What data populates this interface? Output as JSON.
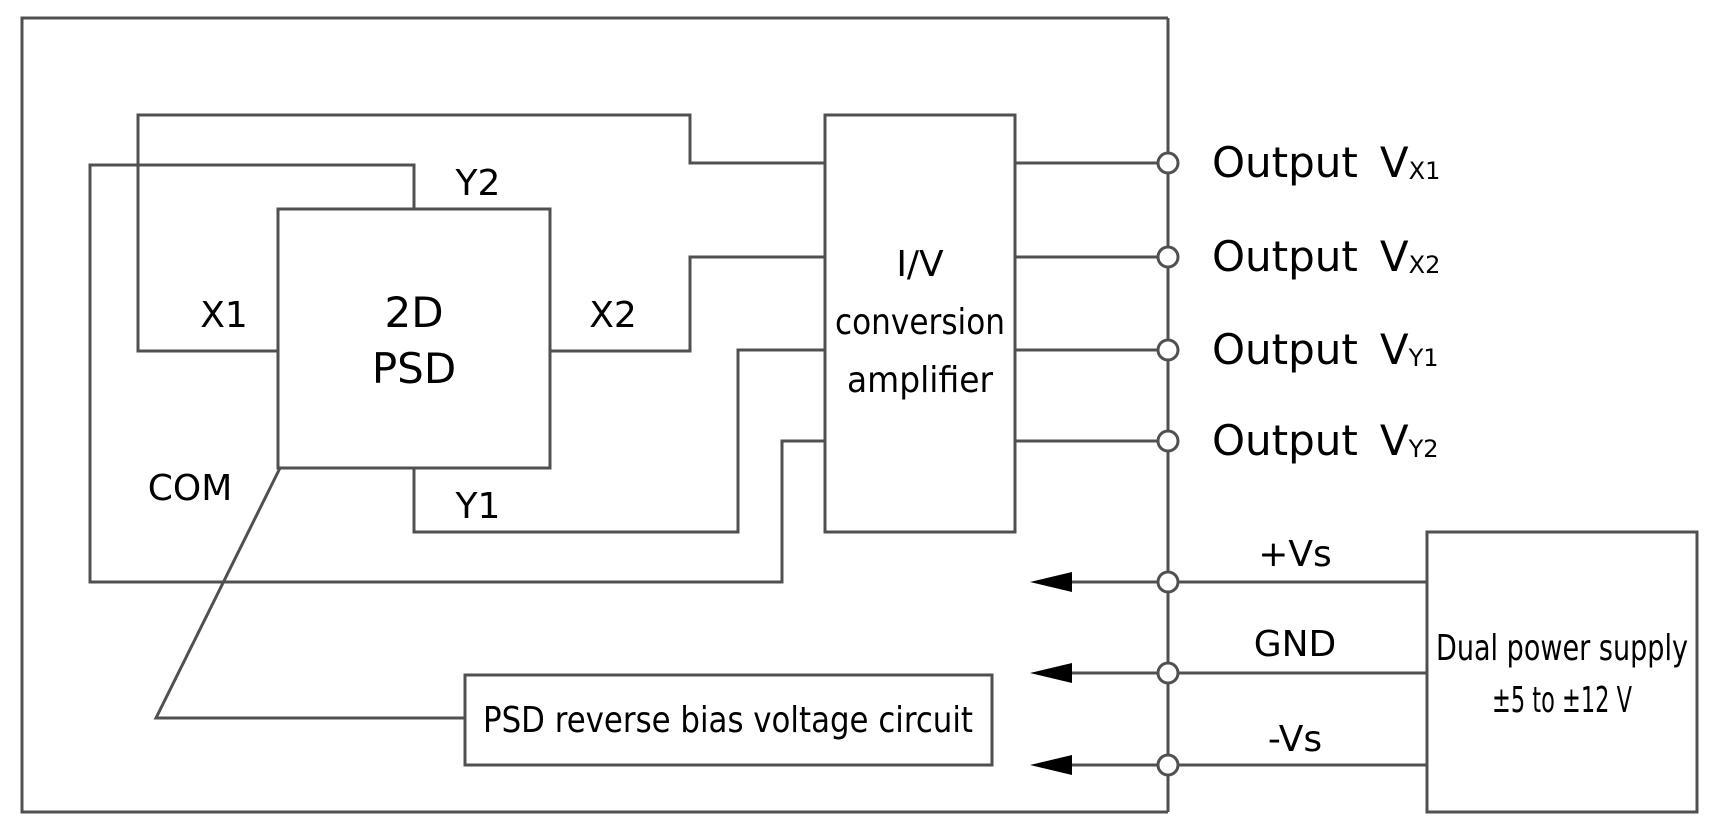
{
  "psd": {
    "line1": "2D",
    "line2": "PSD"
  },
  "pins": {
    "x1": "X1",
    "x2": "X2",
    "y1": "Y1",
    "y2": "Y2",
    "com": "COM"
  },
  "amplifier": {
    "line1": "I/V",
    "line2": "conversion",
    "line3": "amplifier"
  },
  "bias_circuit": {
    "label": "PSD reverse bias voltage circuit"
  },
  "outputs": [
    {
      "label": "Output",
      "v": "V",
      "sub": "X1"
    },
    {
      "label": "Output",
      "v": "V",
      "sub": "X2"
    },
    {
      "label": "Output",
      "v": "V",
      "sub": "Y1"
    },
    {
      "label": "Output",
      "v": "V",
      "sub": "Y2"
    }
  ],
  "power_lines": {
    "plus": "+Vs",
    "gnd": "GND",
    "minus": "-Vs"
  },
  "power_supply": {
    "line1": "Dual power supply",
    "line2": "±5 to ±12 V"
  },
  "colors": {
    "line": "#505050",
    "text": "#000000",
    "background": "#ffffff"
  }
}
